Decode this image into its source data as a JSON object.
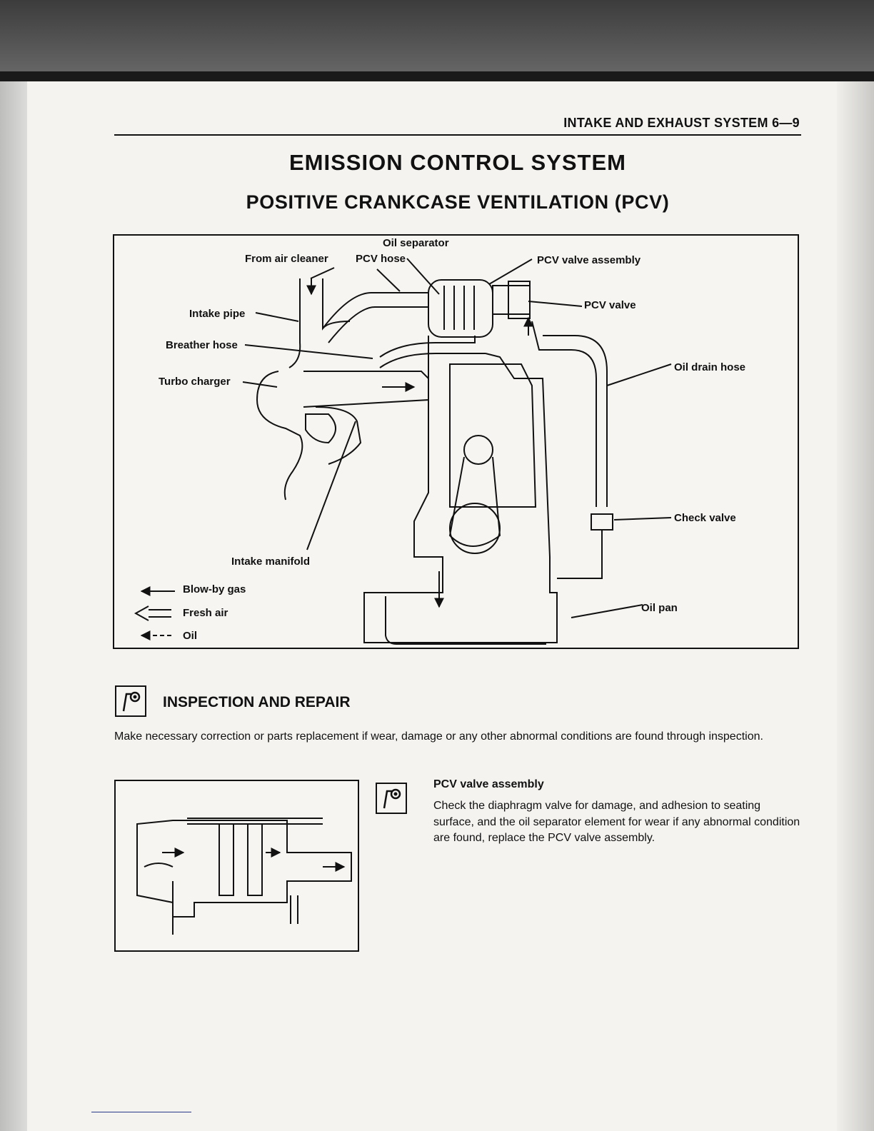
{
  "header": {
    "running_head": "INTAKE AND EXHAUST SYSTEM 6—9"
  },
  "titles": {
    "main": "EMISSION CONTROL SYSTEM",
    "sub": "POSITIVE CRANKCASE VENTILATION (PCV)"
  },
  "diagram": {
    "labels": {
      "oil_separator": "Oil separator",
      "from_air_cleaner": "From air cleaner",
      "pcv_hose": "PCV hose",
      "pcv_valve_assembly": "PCV valve assembly",
      "pcv_valve": "PCV valve",
      "intake_pipe": "Intake pipe",
      "breather_hose": "Breather hose",
      "oil_drain_hose": "Oil drain hose",
      "turbo_charger": "Turbo charger",
      "check_valve": "Check valve",
      "intake_manifold": "Intake manifold",
      "oil_pan": "Oil pan"
    },
    "legend": [
      {
        "label": "Blow-by gas",
        "icon": "solid-arrow-icon"
      },
      {
        "label": "Fresh air",
        "icon": "hollow-arrow-icon"
      },
      {
        "label": "Oil",
        "icon": "dashed-arrow-icon"
      }
    ]
  },
  "inspection": {
    "title": "INSPECTION AND REPAIR",
    "text": "Make necessary correction or parts replacement if wear, damage or any other abnormal conditions are found through inspection.",
    "icon": "inspection-icon"
  },
  "pcv_assembly": {
    "title": "PCV valve assembly",
    "text": "Check the diaphragm valve for damage, and adhesion to seating surface, and the oil separator element for wear if any abnormal condition are found, replace the PCV valve assembly.",
    "icon": "inspection-icon"
  }
}
